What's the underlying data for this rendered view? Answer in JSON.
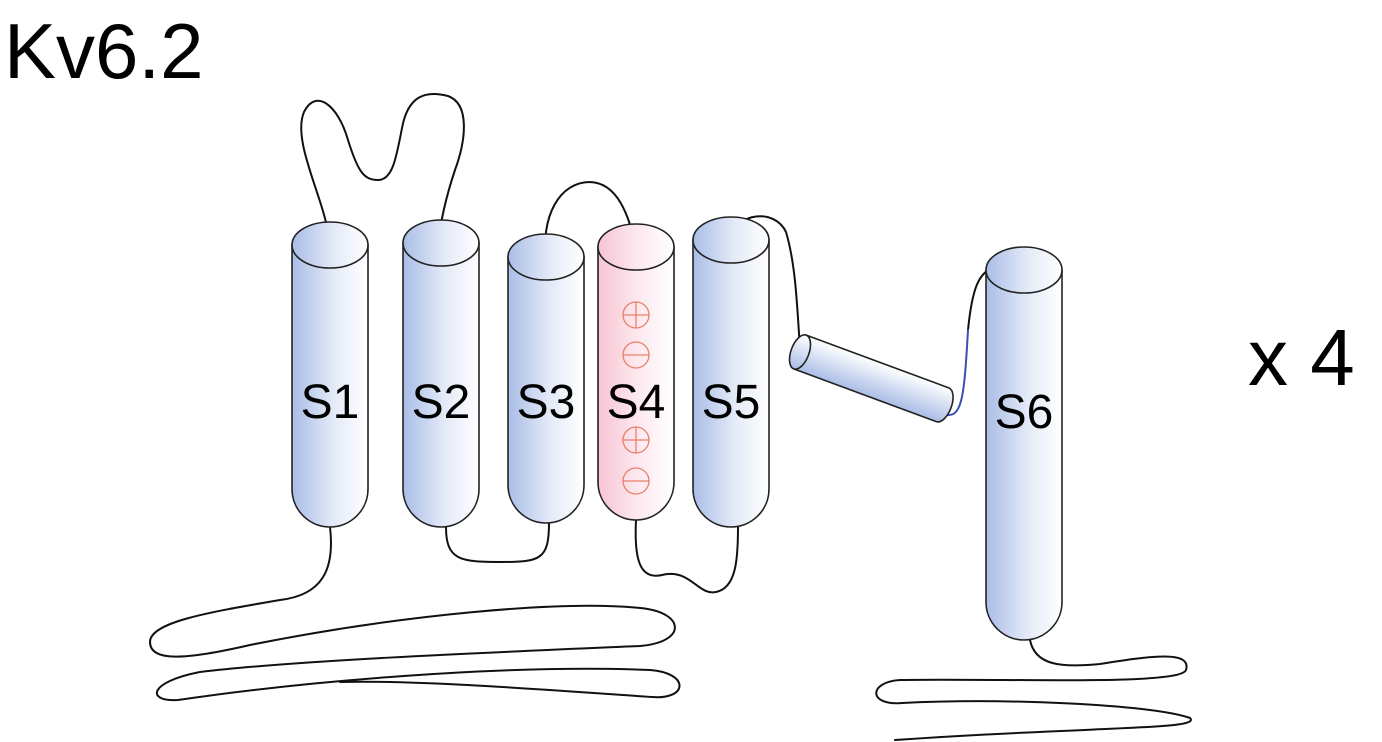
{
  "title": "Kv6.2",
  "multiplier": "x 4",
  "helices": [
    {
      "label": "S1",
      "type": "normal"
    },
    {
      "label": "S2",
      "type": "normal"
    },
    {
      "label": "S3",
      "type": "normal"
    },
    {
      "label": "S4",
      "type": "voltage-sensor"
    },
    {
      "label": "S5",
      "type": "normal"
    },
    {
      "label": "S6",
      "type": "normal"
    }
  ],
  "s4_charges": [
    "plus-icon",
    "minus-icon",
    "plus-icon",
    "minus-icon"
  ],
  "colors": {
    "helix": "#a9bde6",
    "s4": "#f7c4d2",
    "charge": "#e8806a",
    "linker": "#3a4fb0"
  }
}
